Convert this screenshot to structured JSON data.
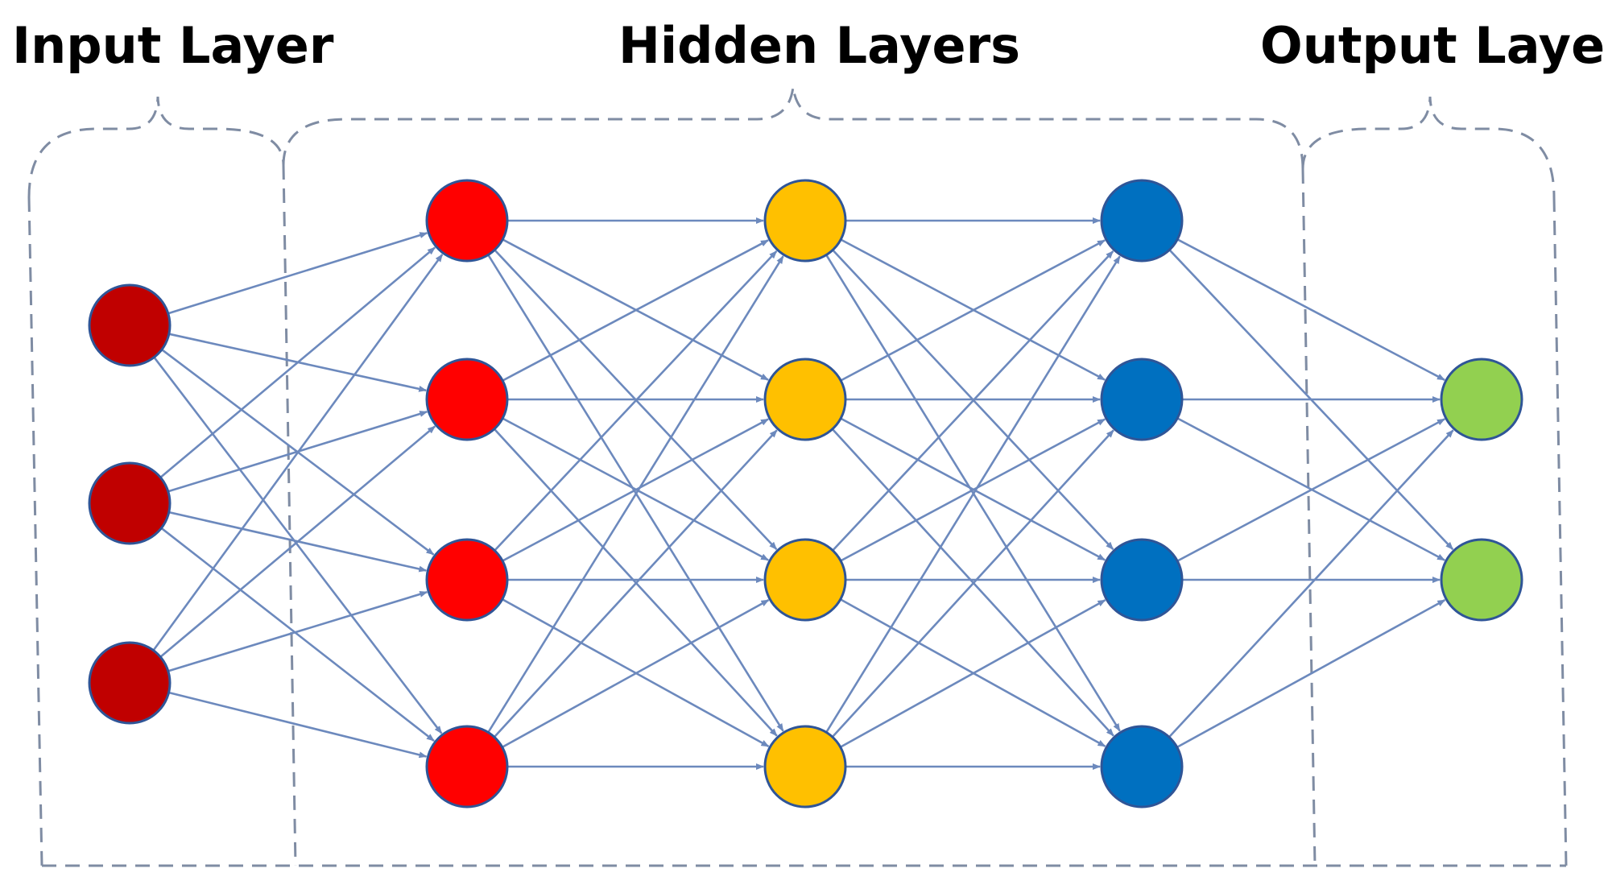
{
  "labels": {
    "input": "Input Layer",
    "hidden": "Hidden Layers",
    "output": "Output Layer"
  },
  "colors": {
    "edge": "#6c89bd",
    "node_outline": "#2f5597",
    "group_box": "#7f8ca3"
  },
  "layers": [
    {
      "name": "input",
      "nodes": 3,
      "color": "#c00000"
    },
    {
      "name": "hidden-1",
      "nodes": 4,
      "color": "#ff0000"
    },
    {
      "name": "hidden-2",
      "nodes": 4,
      "color": "#ffc000"
    },
    {
      "name": "hidden-3",
      "nodes": 4,
      "color": "#0070c0"
    },
    {
      "name": "output",
      "nodes": 2,
      "color": "#92d050"
    }
  ]
}
